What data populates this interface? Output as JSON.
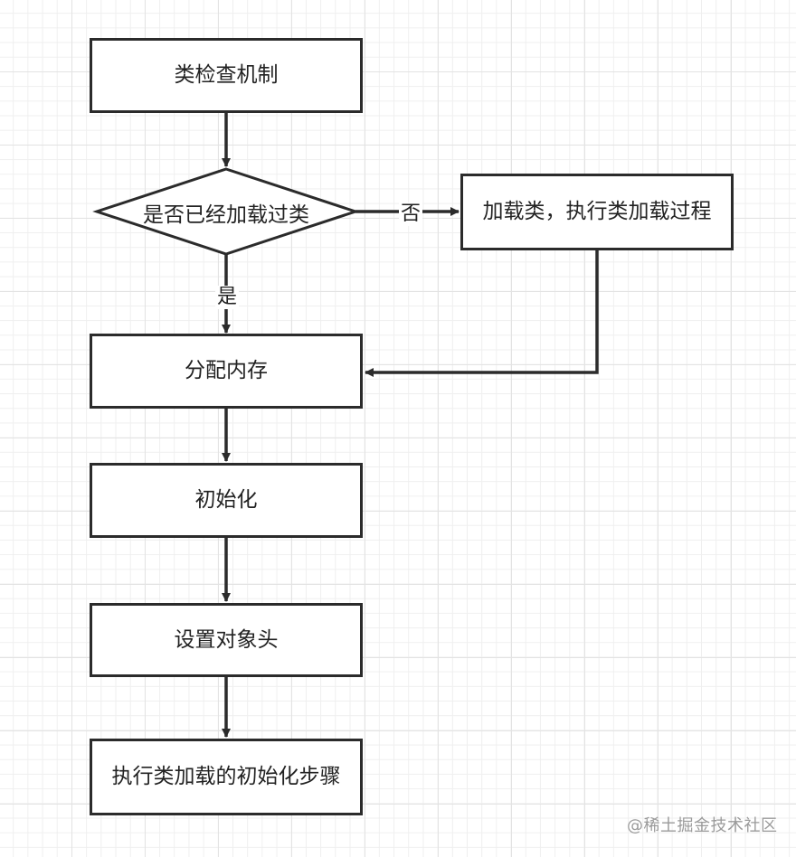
{
  "nodes": {
    "class_check": "类检查机制",
    "is_loaded": "是否已经加载过类",
    "load_class": "加载类，执行类加载过程",
    "allocate_memory": "分配内存",
    "initialize": "初始化",
    "set_header": "设置对象头",
    "run_init": "执行类加载的初始化步骤"
  },
  "edge_labels": {
    "no": "否",
    "yes": "是"
  },
  "watermark": "@稀土掘金技术社区",
  "colors": {
    "stroke": "#2b2b2b",
    "grid_major": "#e3e3e3",
    "grid_minor": "#efefef",
    "watermark": "#9a9a9a"
  }
}
